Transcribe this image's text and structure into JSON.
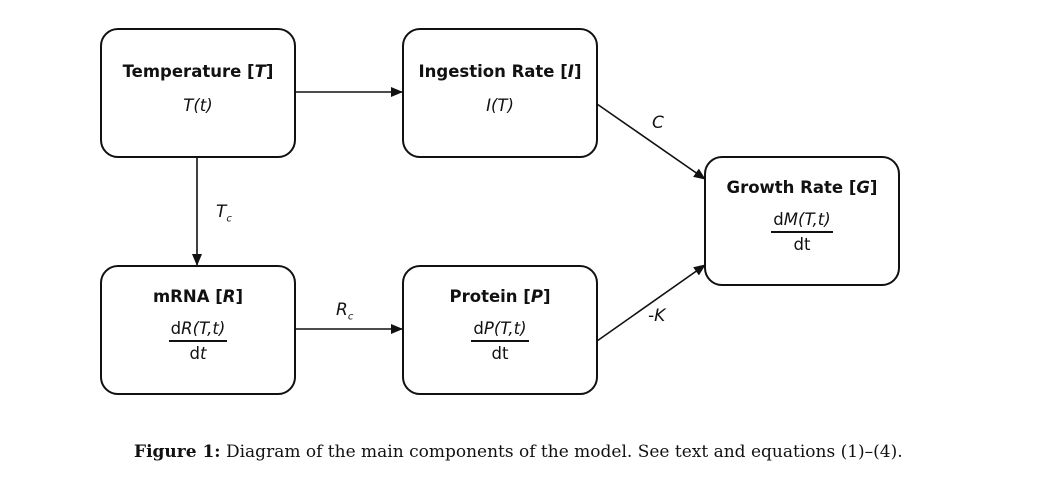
{
  "nodes": {
    "temperature": {
      "title_prefix": "Temperature [",
      "title_var": "T",
      "title_suffix": "]",
      "expr": "T(t)"
    },
    "ingestion": {
      "title_prefix": "Ingestion Rate [",
      "title_var": "I",
      "title_suffix": "]",
      "expr": "I(T)"
    },
    "growth": {
      "title_prefix": "Growth Rate [",
      "title_var": "G",
      "title_suffix": "]",
      "num_d": "d",
      "num_fn": "M(T,t)",
      "den_d": "dt"
    },
    "mrna": {
      "title_prefix": "mRNA [",
      "title_var": "R",
      "title_suffix": "]",
      "num_d": "d",
      "num_fn": "R(T,t)",
      "den_d": "d",
      "den_var": "t"
    },
    "protein": {
      "title_prefix": "Protein [",
      "title_var": "P",
      "title_suffix": "]",
      "num_d": "d",
      "num_fn": "P(T,t)",
      "den_d": "dt"
    }
  },
  "edges": {
    "tc": {
      "main": "T",
      "sub": "c"
    },
    "rc": {
      "main": "R",
      "sub": "c"
    },
    "c": "C",
    "k": "-K"
  },
  "caption": {
    "label": "Figure 1:",
    "text": "Diagram of the main components of the model. See text and equations (1)–(4)."
  },
  "colors": {
    "stroke": "#111111",
    "background": "#ffffff"
  }
}
